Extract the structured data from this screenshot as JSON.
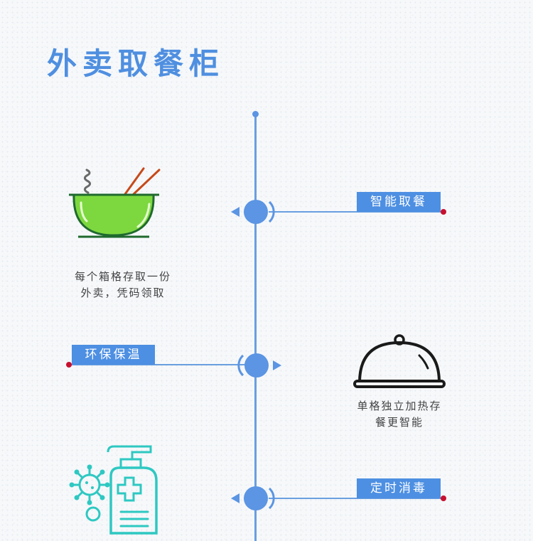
{
  "title": "外卖取餐柜",
  "features": [
    {
      "label": "智能取餐",
      "desc_line1": "每个箱格存取一份",
      "desc_line2": "外卖，凭码领取",
      "icon": "bowl-icon"
    },
    {
      "label": "环保保温",
      "desc_line1": "单格独立加热存",
      "desc_line2": "餐更智能",
      "icon": "food-cloche-icon"
    },
    {
      "label": "定时消毒",
      "icon": "sanitizer-icon"
    }
  ],
  "colors": {
    "accent": "#4d8fe2",
    "line": "#6a9fe0",
    "dot": "#c8102e",
    "bowl": "#7dd83f",
    "icon_teal": "#2ec8c2"
  }
}
